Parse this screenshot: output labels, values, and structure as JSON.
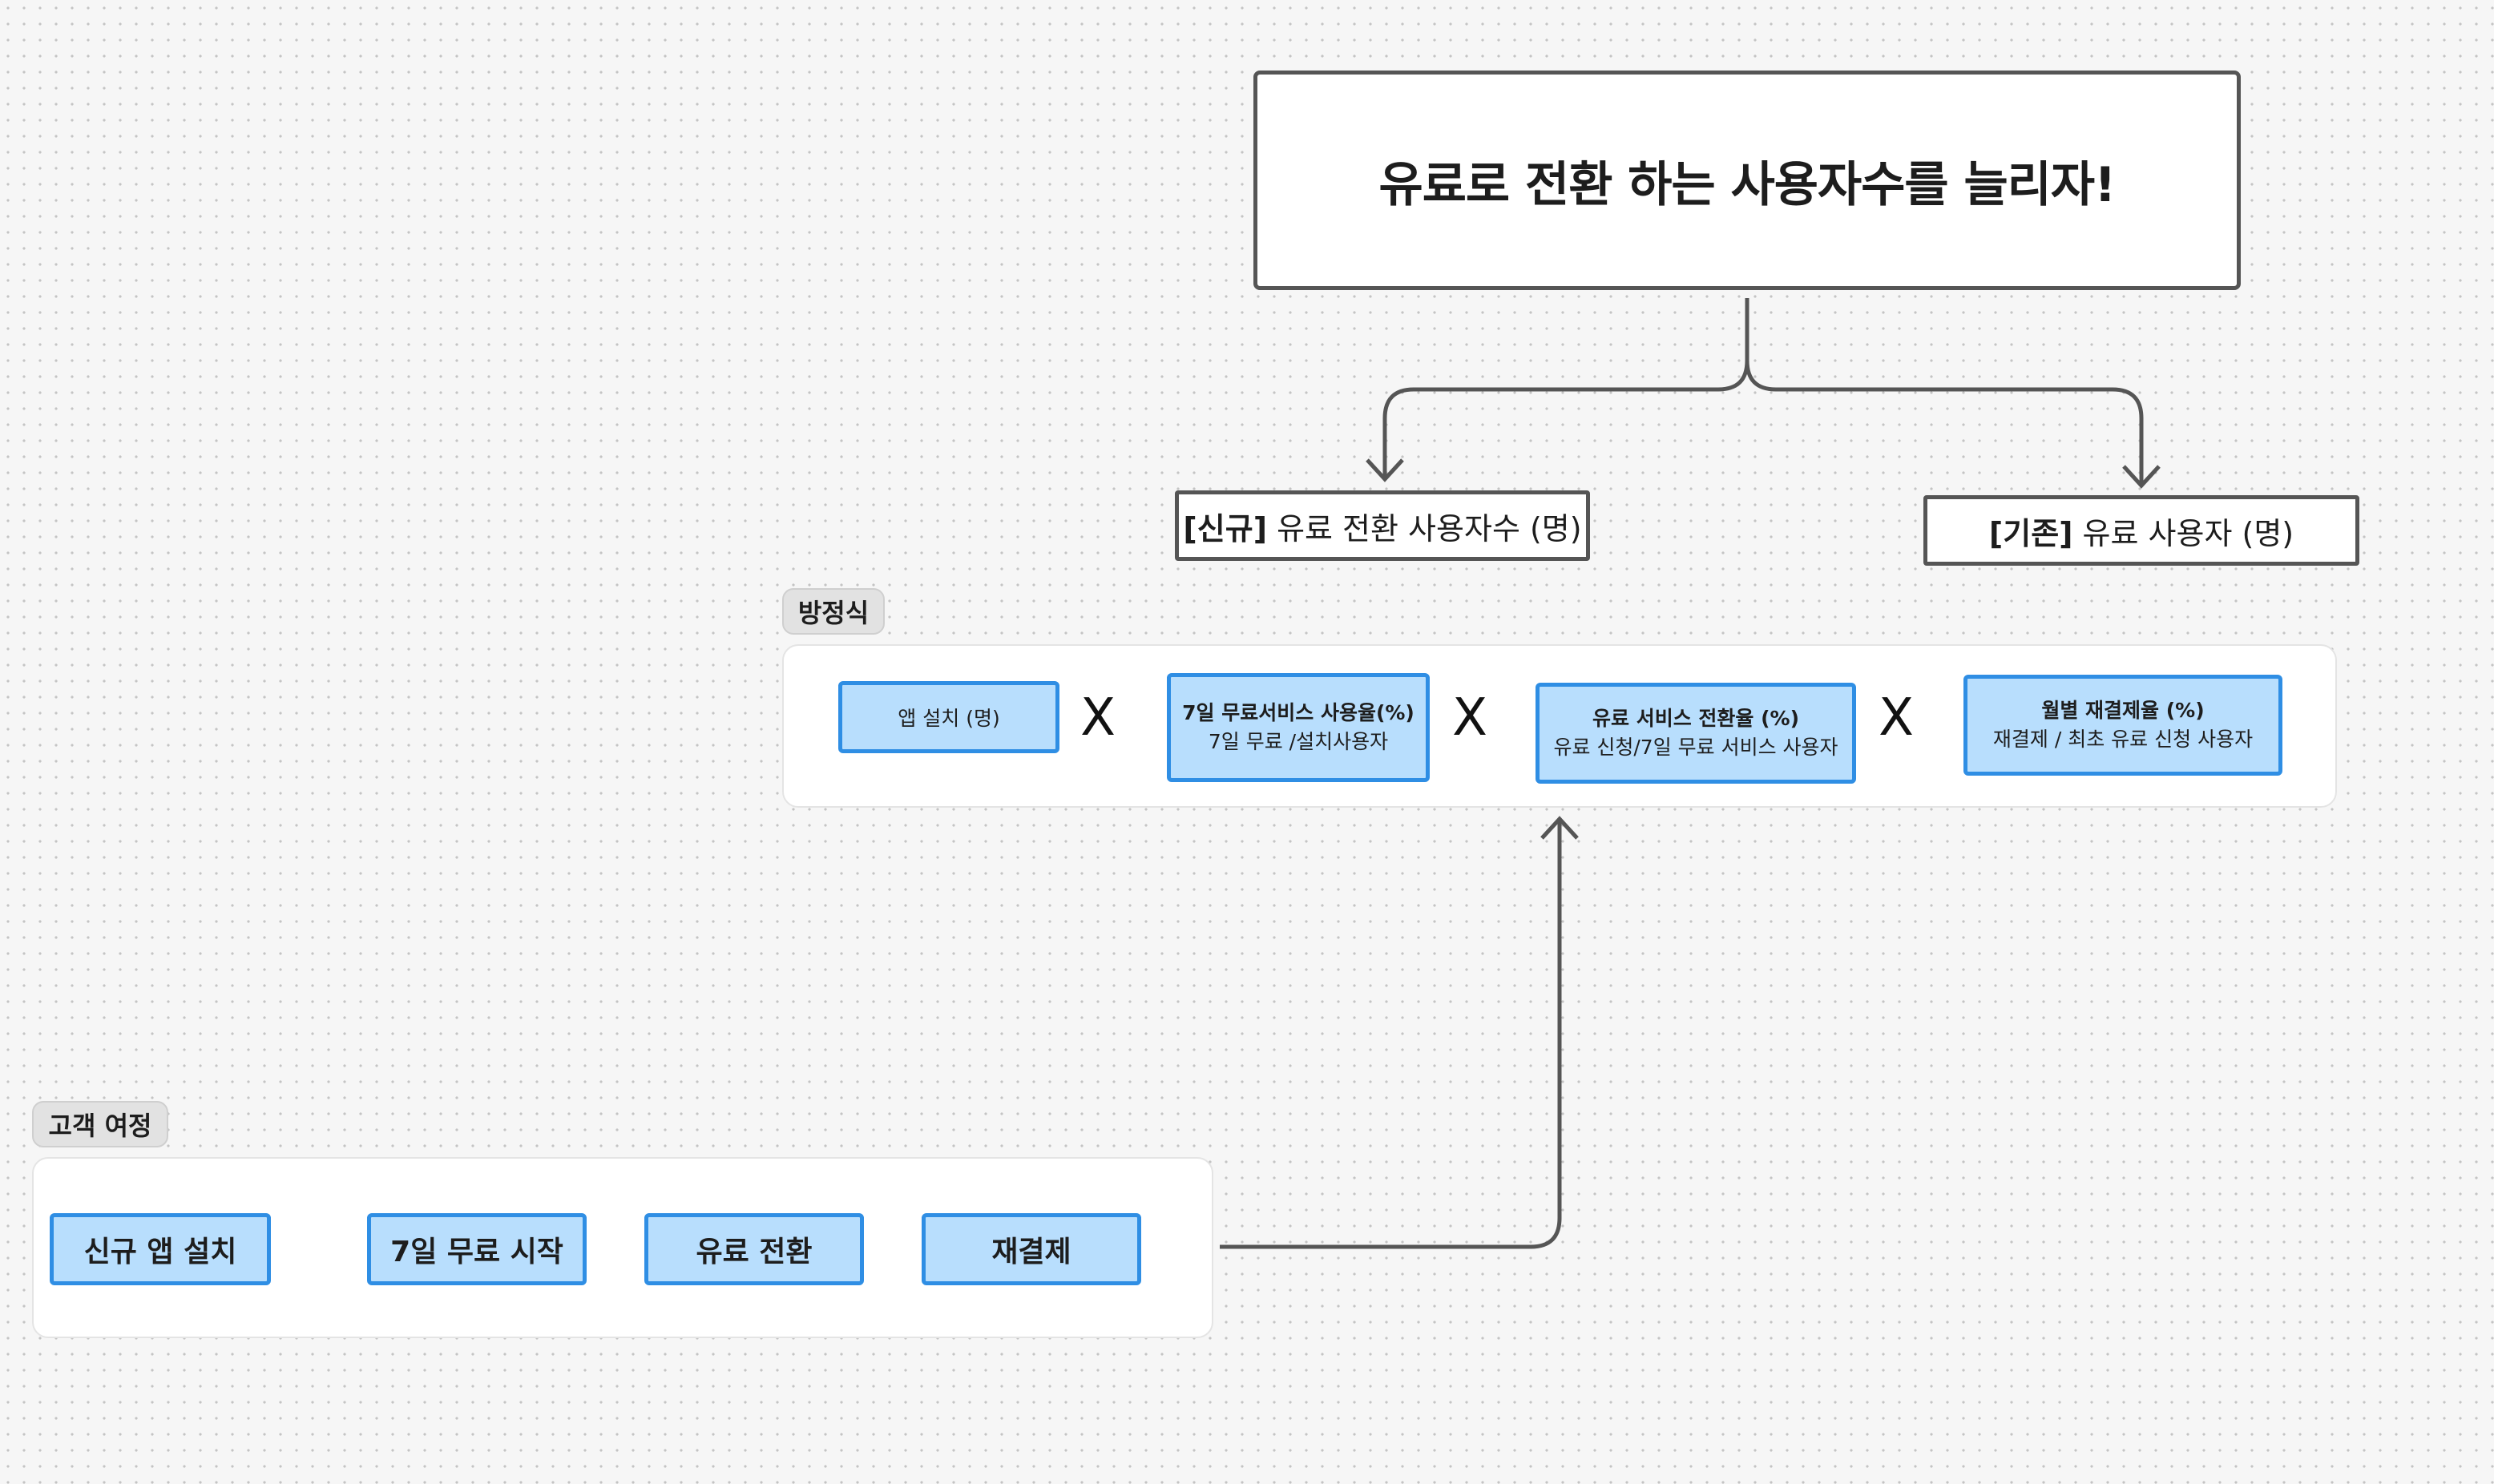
{
  "goal": {
    "title": "유료로 전환 하는 사용자수를 늘리자!"
  },
  "metrics": {
    "new": {
      "prefix": "[신규]",
      "label": "유료 전환 사용자수 (명)"
    },
    "existing": {
      "prefix": "[기존]",
      "label": "유료 사용자 (명)"
    }
  },
  "equation": {
    "tag": "방정식",
    "operator": "X",
    "terms": [
      {
        "line1": "앱 설치 (명)",
        "line2": ""
      },
      {
        "line1": "7일 무료서비스 사용율(%)",
        "line2": "7일 무료 /설치사용자"
      },
      {
        "line1": "유료 서비스 전환율 (%)",
        "line2": "유료 신청/7일 무료 서비스 사용자"
      },
      {
        "line1": "월별 재결제율 (%)",
        "line2": "재결제 / 최초 유료 신청 사용자"
      }
    ]
  },
  "journey": {
    "tag": "고객 여정",
    "steps": [
      "신규 앱 설치",
      "7일 무료 시작",
      "유료 전환",
      "재결제"
    ]
  },
  "colors": {
    "box_fill": "#b8defd",
    "box_border": "#2f8ee4",
    "connector": "#555555",
    "journey_arrow": "#2f8ee4"
  }
}
